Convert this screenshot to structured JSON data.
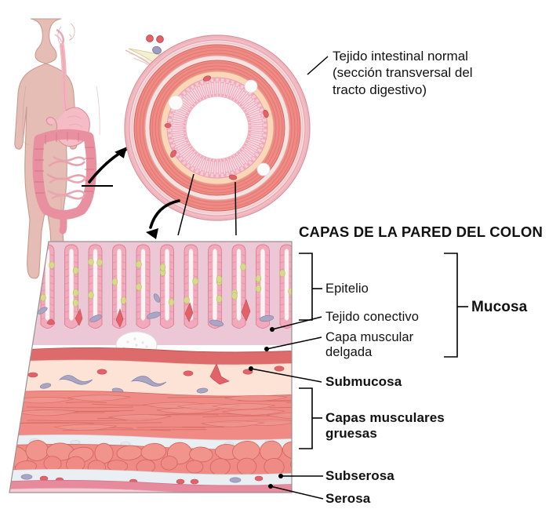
{
  "figure": {
    "language": "es",
    "title": "CAPAS DE LA PARED DEL COLON",
    "callout": "Tejido intestinal normal\n(sección transversal del\ntracto digestivo)"
  },
  "labels": {
    "epitelio": "Epitelio",
    "tejido_conectivo": "Tejido conectivo",
    "capa_muscular_delgada": "Capa muscular\ndelgada",
    "submucosa": "Submucosa",
    "capas_musculares_gruesas": "Capas musculares\ngruesas",
    "subserosa": "Subserosa",
    "serosa": "Serosa",
    "mucosa": "Mucosa"
  },
  "panels": {
    "body": "human-torso-digestive-system",
    "cross_section": "intestine-cross-section",
    "wall_detail": "colon-wall-layers-detail"
  },
  "anatomy": {
    "body_parts": [
      "esófago",
      "estómago",
      "intestino delgado",
      "colon"
    ],
    "wall_layers": [
      {
        "name": "Epitelio",
        "group": "Mucosa",
        "color": "#f2a9bb"
      },
      {
        "name": "Tejido conectivo",
        "group": "Mucosa",
        "color": "#e9c6d4"
      },
      {
        "name": "Capa muscular delgada",
        "group": "Mucosa",
        "color": "#dd6b6b"
      },
      {
        "name": "Submucosa",
        "group": "Submucosa",
        "color": "#fde3d6"
      },
      {
        "name": "Capas musculares gruesas",
        "group": "Muscular",
        "color": "#ef8a84"
      },
      {
        "name": "Subserosa",
        "group": "Subserosa",
        "color": "#e6edf2"
      },
      {
        "name": "Serosa",
        "group": "Serosa",
        "color": "#f0b9c2"
      }
    ]
  },
  "colors": {
    "skin": "#e5bdb4",
    "organ_pink": "#f3b3bd",
    "colon": "#e8909f",
    "muscle_red": "#ef8a84",
    "mucosa_pink": "#f2a9bb",
    "goblet": "#d9d98c",
    "submucosa_cream": "#fde3d6",
    "serosa": "#f0b9c2",
    "vessel_blue": "#a9a6c4",
    "vessel_red": "#e3626a",
    "leader": "#000000",
    "text": "#111111"
  }
}
